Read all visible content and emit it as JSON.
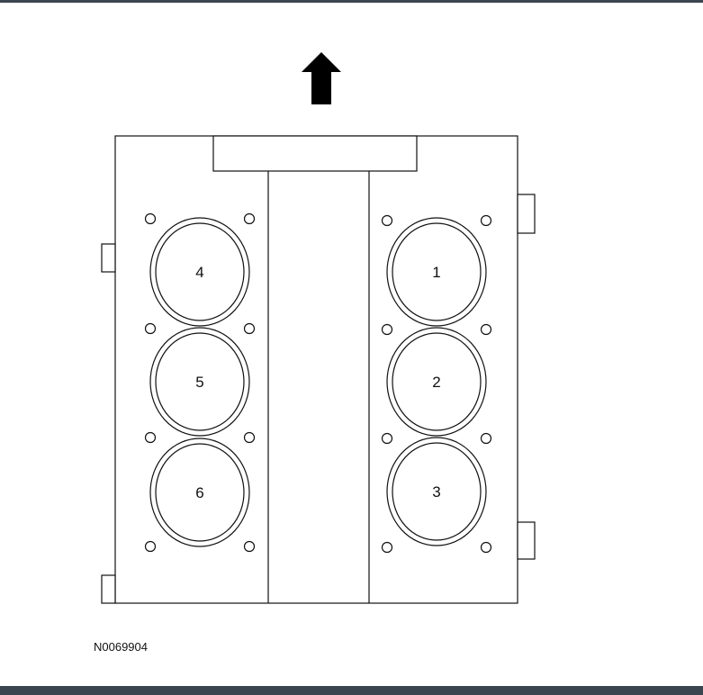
{
  "figure_id": "N0069904",
  "cylinders": {
    "right_bank": [
      "1",
      "2",
      "3"
    ],
    "left_bank": [
      "4",
      "5",
      "6"
    ]
  },
  "colors": {
    "line": "#111111",
    "frame": "#3a4550",
    "background": "#ffffff"
  },
  "icons": {
    "front_indicator": "up-arrow-icon"
  }
}
